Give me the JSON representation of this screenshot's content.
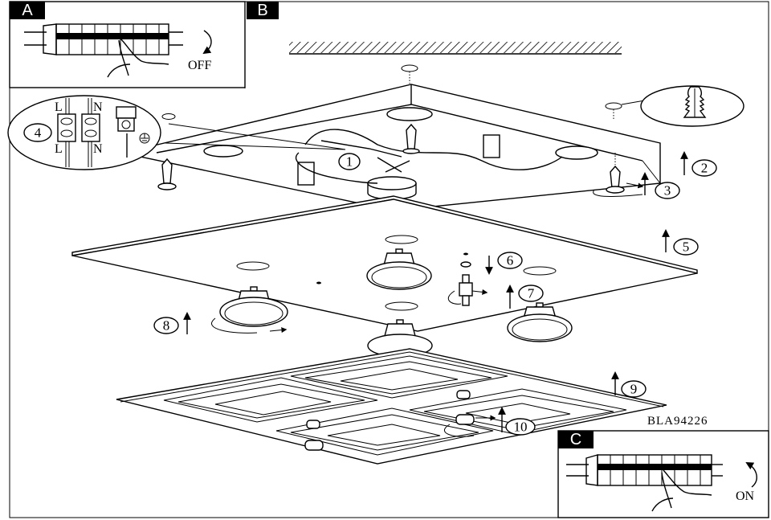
{
  "diagram": {
    "title": "Ceiling light installation instructions",
    "model_number": "BLA94226",
    "colors": {
      "line": "#000000",
      "background": "#ffffff",
      "tag_fill": "#000000",
      "tag_text": "#ffffff"
    },
    "panels": [
      {
        "id": "A",
        "tag": "A",
        "caption": "OFF",
        "content": "hand switching circuit breaker off",
        "icons": [
          "breaker-panel-icon",
          "hand-icon",
          "curved-arrow-down-icon"
        ]
      },
      {
        "id": "B",
        "tag": "B",
        "content": "exploded assembly view of ceiling lamp"
      },
      {
        "id": "C",
        "tag": "C",
        "caption": "ON",
        "content": "hand switching circuit breaker on",
        "icons": [
          "breaker-panel-icon",
          "hand-icon",
          "curved-arrow-up-icon"
        ]
      }
    ],
    "terminal_detail": {
      "step": "4",
      "labels": {
        "live_top": "L",
        "neutral_top": "N",
        "live_bottom": "L",
        "neutral_bottom": "N"
      },
      "earth_symbol": "earth-ground-icon"
    },
    "wall_plug_detail": {
      "icon": "wall-plug-icon"
    },
    "steps": [
      {
        "number": "1",
        "text": "①",
        "description": "wiring connection in mounting base"
      },
      {
        "number": "2",
        "text": "②",
        "description": "lift base to ceiling"
      },
      {
        "number": "3",
        "text": "③",
        "description": "screw base to ceiling"
      },
      {
        "number": "4",
        "text": "④",
        "description": "connect L / N / earth terminals"
      },
      {
        "number": "5",
        "text": "⑤",
        "description": "lift middle plate"
      },
      {
        "number": "6",
        "text": "⑥",
        "description": "insert washer"
      },
      {
        "number": "7",
        "text": "⑦",
        "description": "screw in threaded spacer"
      },
      {
        "number": "8",
        "text": "⑧",
        "description": "twist-lock GU10 bulbs"
      },
      {
        "number": "9",
        "text": "⑨",
        "description": "lift front panel"
      },
      {
        "number": "10",
        "text": "⑩",
        "description": "fasten front panel nuts"
      }
    ]
  }
}
